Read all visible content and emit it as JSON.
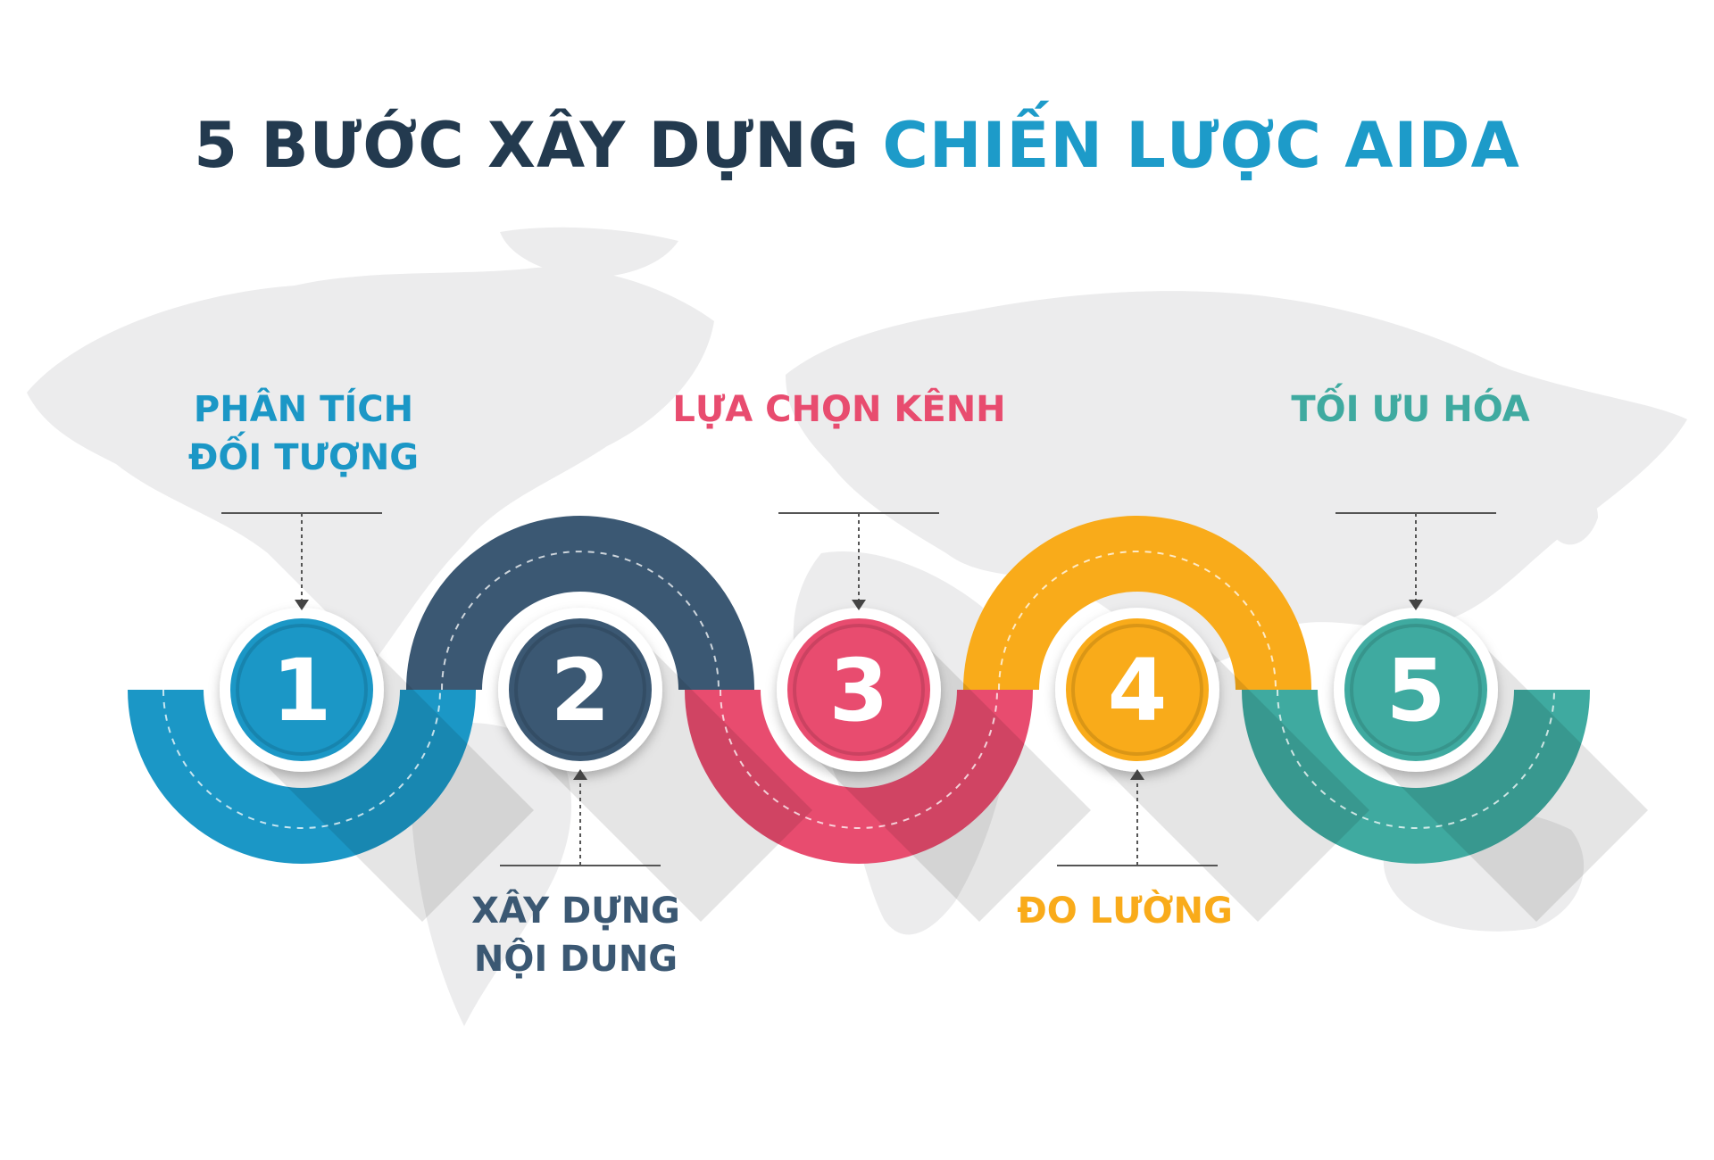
{
  "title": {
    "part1": "5 BƯỚC XÂY DỰNG",
    "part2": "CHIẾN LƯỢC AIDA"
  },
  "colors": {
    "title_dark": "#233a4f",
    "title_accent": "#1d9bc9",
    "step1": "#1b97c6",
    "step2": "#3b5873",
    "step3": "#e84c6f",
    "step4": "#f9ab1a",
    "step5": "#3faaa0",
    "map": "#ececed"
  },
  "steps": [
    {
      "number": "1",
      "lines": [
        "PHÂN TÍCH",
        "ĐỐI TƯỢNG"
      ]
    },
    {
      "number": "2",
      "lines": [
        "XÂY DỰNG",
        "NỘI DUNG"
      ]
    },
    {
      "number": "3",
      "lines": [
        "LỰA CHỌN KÊNH"
      ]
    },
    {
      "number": "4",
      "lines": [
        "ĐO LƯỜNG"
      ]
    },
    {
      "number": "5",
      "lines": [
        "TỐI ƯU HÓA"
      ]
    }
  ]
}
